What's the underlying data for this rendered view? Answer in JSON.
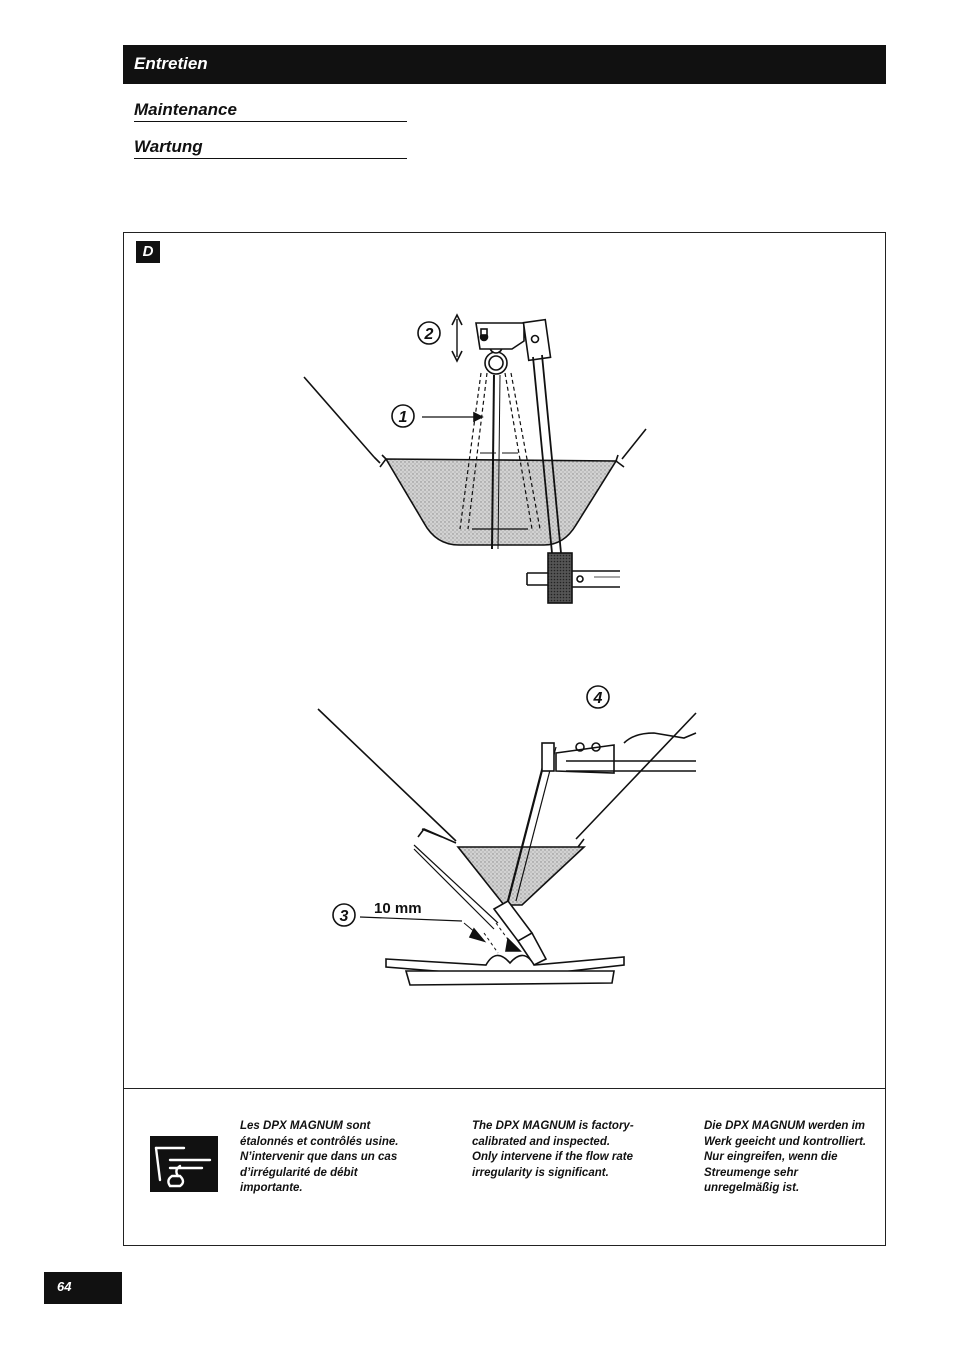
{
  "header": {
    "title": "Entretien"
  },
  "subtitles": {
    "maintenance": "Maintenance",
    "wartung": "Wartung"
  },
  "panel": {
    "label": "D",
    "callouts": {
      "c1": "1",
      "c2": "2",
      "c3": "3",
      "c4": "4"
    },
    "measurement": "10 mm"
  },
  "notes": {
    "fr": {
      "line1": "Les DPX MAGNUM sont étalonnés et contrôlés usine.",
      "line2": "N’intervenir que dans un cas d’irrégularité de débit importante."
    },
    "en": {
      "line1": "The DPX MAGNUM is factory-calibrated and inspected.",
      "line2": "Only intervene if the flow rate irregularity is significant."
    },
    "de": {
      "line1": "Die DPX MAGNUM werden im Werk geeicht und kontrolliert.",
      "line2": "Nur eingreifen, wenn die Streumenge sehr unregelmäßig ist."
    }
  },
  "page": {
    "number": "64"
  }
}
